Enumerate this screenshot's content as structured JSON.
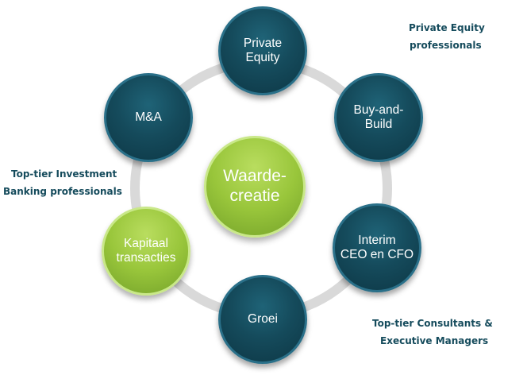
{
  "colors": {
    "dark_node": "#154b5c",
    "green_node": "#99c63b",
    "ring": "#d9d9d9",
    "label_text": "#154b5c"
  },
  "center": {
    "label": "Waarde-\ncreatie"
  },
  "nodes": [
    {
      "id": "private-equity",
      "label": "Private\nEquity",
      "style": "dark"
    },
    {
      "id": "buy-and-build",
      "label": "Buy-and-\nBuild",
      "style": "dark"
    },
    {
      "id": "interim-ceo-cfo",
      "label": "Interim\nCEO en CFO",
      "style": "dark"
    },
    {
      "id": "groei",
      "label": "Groei",
      "style": "dark"
    },
    {
      "id": "kapitaal-transacties",
      "label": "Kapitaal\ntransacties",
      "style": "green"
    },
    {
      "id": "ma",
      "label": "M&A",
      "style": "dark"
    }
  ],
  "annotations": {
    "private_equity": {
      "line1": "Private Equity",
      "line2": "professionals"
    },
    "investment_banking": {
      "line1": "Top-tier Investment",
      "line2": "Banking professionals"
    },
    "consultants": {
      "line1": "Top-tier Consultants &",
      "line2": "Executive Managers"
    }
  }
}
